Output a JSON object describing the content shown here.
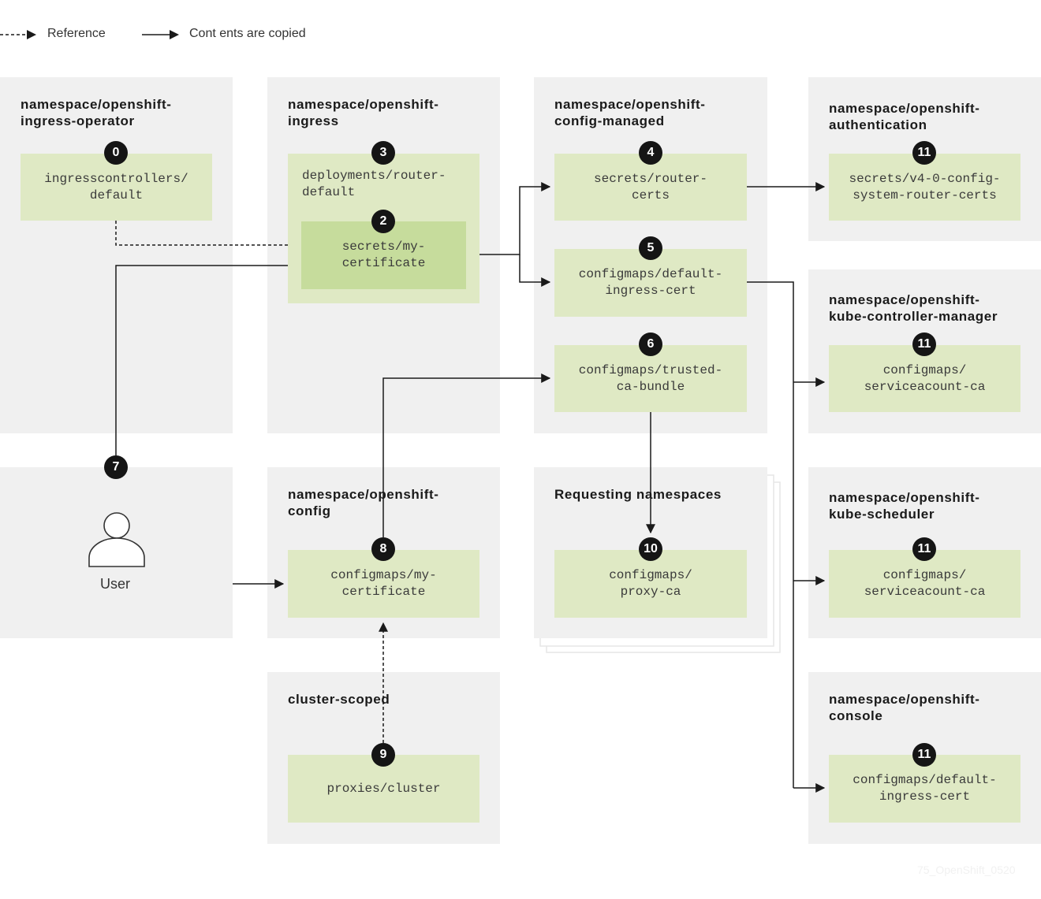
{
  "legend": {
    "reference": "Reference",
    "copied": "Cont ents are copied"
  },
  "namespaces": {
    "ingress_operator": "namespace/openshift-\ningress-operator",
    "ingress": "namespace/openshift-\ningress",
    "config_managed": "namespace/openshift-\nconfig-managed",
    "authentication": "namespace/openshift-\nauthentication",
    "kube_controller_manager": "namespace/openshift-\nkube-controller-manager",
    "config": "namespace/openshift-\nconfig",
    "requesting": "Requesting namespaces",
    "kube_scheduler": "namespace/openshift-\nkube-scheduler",
    "cluster_scoped": "cluster-scoped",
    "console": "namespace/openshift-\nconsole"
  },
  "resources": {
    "ingresscontrollers_default": "ingresscontrollers/\ndefault",
    "deployments_router_default": "deployments/router-\ndefault",
    "secrets_my_certificate": "secrets/my-\ncertificate",
    "secrets_router_certs": "secrets/router-\ncerts",
    "configmaps_default_ingress_cert": "configmaps/default-\ningress-cert",
    "configmaps_trusted_ca_bundle": "configmaps/trusted-\nca-bundle",
    "secrets_v4_0_config_system_router_certs": "secrets/v4-0-config-\nsystem-router-certs",
    "configmaps_serviceaccount_ca_kcm": "configmaps/\nserviceacount-ca",
    "configmaps_my_certificate": "configmaps/my-\ncertificate",
    "configmaps_proxy_ca": "configmaps/\nproxy-ca",
    "configmaps_serviceaccount_ca_scheduler": "configmaps/\nserviceacount-ca",
    "proxies_cluster": "proxies/cluster",
    "configmaps_default_ingress_cert_console": "configmaps/default-\ningress-cert"
  },
  "badges": {
    "b0": "0",
    "b2": "2",
    "b3": "3",
    "b4": "4",
    "b5": "5",
    "b6": "6",
    "b7": "7",
    "b8": "8",
    "b9": "9",
    "b10": "10",
    "b11_auth": "11",
    "b11_kcm": "11",
    "b11_sched": "11",
    "b11_console": "11"
  },
  "user": {
    "label": "User",
    "icon": "user-icon"
  },
  "watermark": "75_OpenShift_0520",
  "colors": {
    "panel": "#f0f0f0",
    "resource": "#dfe9c4",
    "resource_inner": "#c6dc9c",
    "badge": "#151515",
    "line": "#1a1a1a"
  }
}
